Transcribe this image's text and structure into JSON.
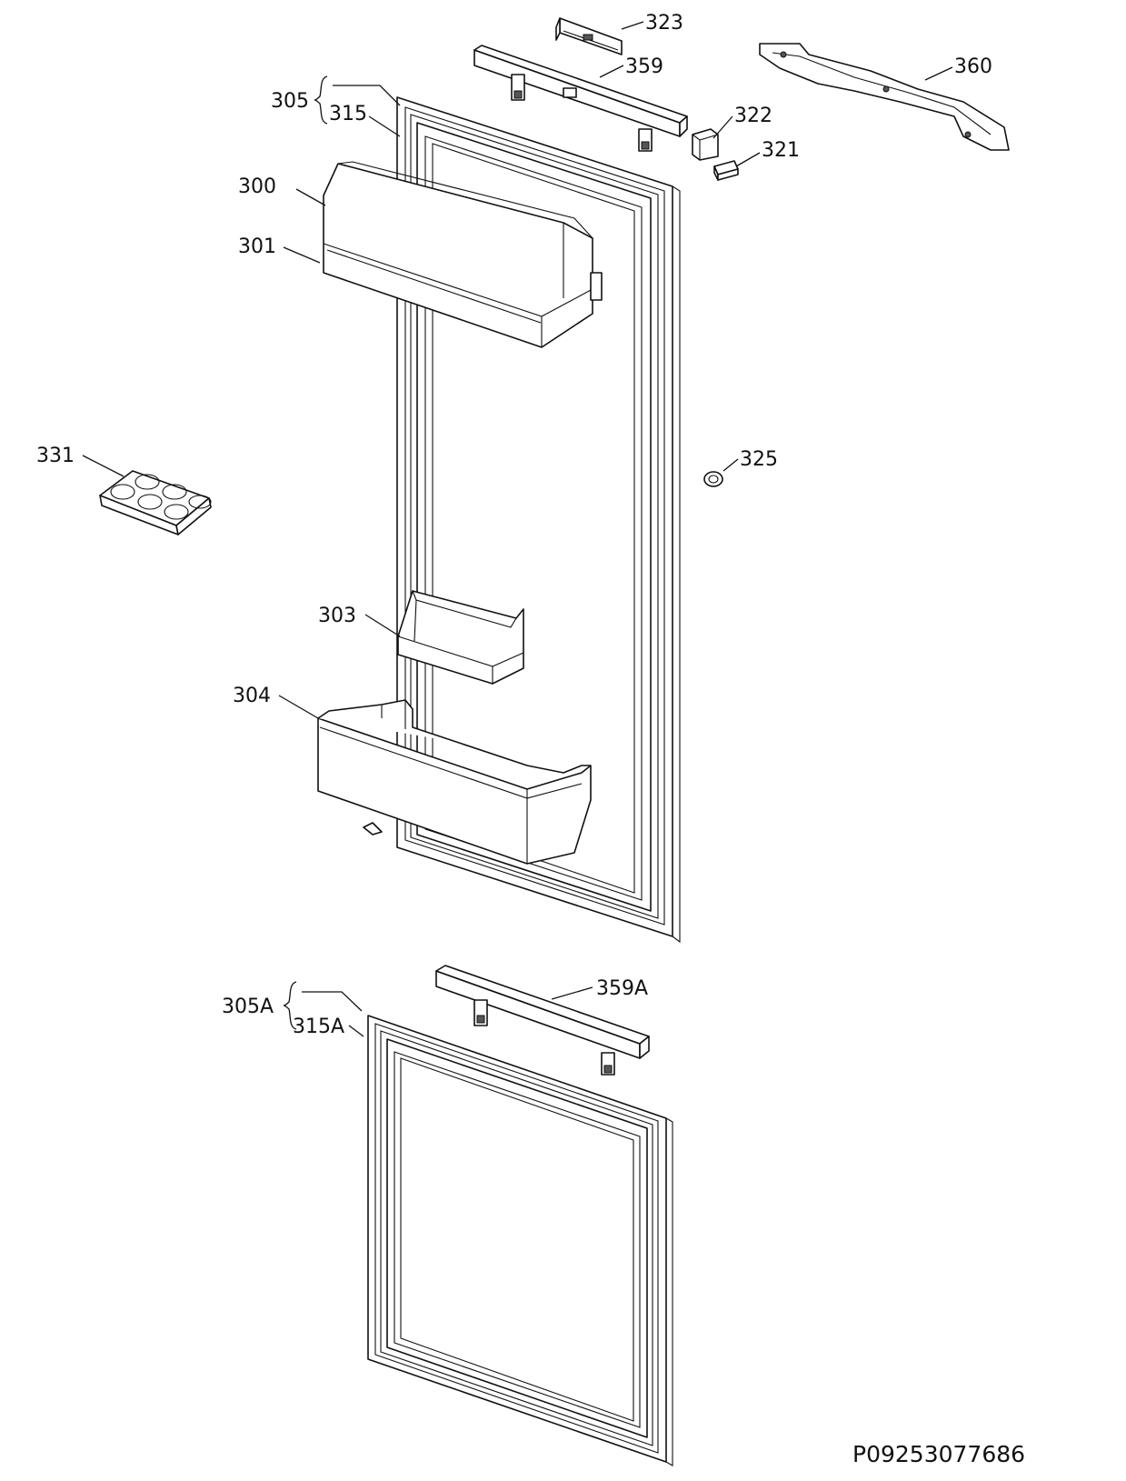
{
  "labels": {
    "p323": "323",
    "p359": "359",
    "p360": "360",
    "p305": "305",
    "p315": "315",
    "p322": "322",
    "p321": "321",
    "p300": "300",
    "p301": "301",
    "p331": "331",
    "p325": "325",
    "p303": "303",
    "p304": "304",
    "p359A": "359A",
    "p305A": "305A",
    "p315A": "315A"
  },
  "document_number": "P09253077686"
}
